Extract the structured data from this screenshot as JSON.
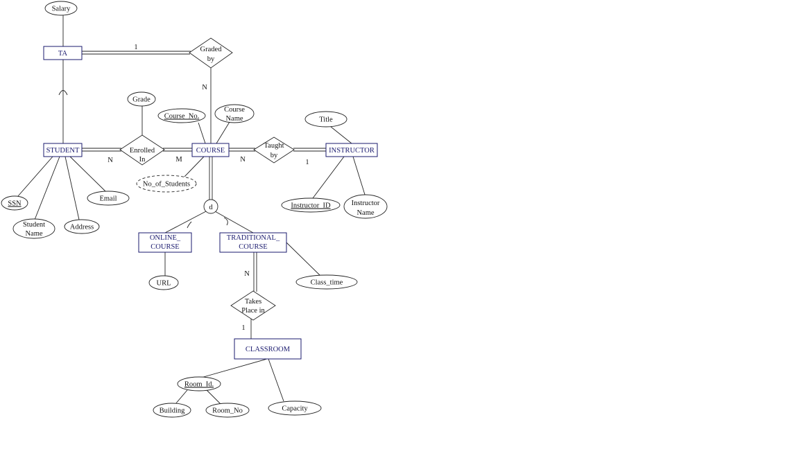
{
  "entities": {
    "ta": "TA",
    "student": "STUDENT",
    "course": "COURSE",
    "instructor": "INSTRUCTOR",
    "online_course": [
      "ONLINE_",
      "COURSE"
    ],
    "traditional_course": [
      "TRADITIONAL_",
      "COURSE"
    ],
    "classroom": "CLASSROOM"
  },
  "relationships": {
    "graded_by": [
      "Graded",
      "by"
    ],
    "enrolled_in": [
      "Enrolled",
      "In"
    ],
    "taught_by": [
      "Taught",
      "by"
    ],
    "takes_place_in": [
      "Takes",
      "Place in"
    ]
  },
  "attributes": {
    "salary": "Salary",
    "grade": "Grade",
    "course_no": "Course_No.",
    "course_name": [
      "Course",
      "Name"
    ],
    "title": "Title",
    "ssn": "SSN",
    "student_name": [
      "Student",
      "Name"
    ],
    "address": "Address",
    "email": "Email",
    "no_of_students": "No_of_Students",
    "instructor_id": "Instructor_ID",
    "instructor_name": [
      "Instructor",
      "Name"
    ],
    "url": "URL",
    "class_time": "Class_time",
    "room_id": "Room_Id.",
    "building": "Building",
    "room_no": "Room_No",
    "capacity": "Capacity"
  },
  "specialization_symbol": "d",
  "cardinalities": {
    "ta_graded": "1",
    "graded_course": "N",
    "student_enrolled": "N",
    "enrolled_course": "M",
    "course_taught": "N",
    "taught_instructor": "1",
    "traditional_takes": "N",
    "takes_classroom": "1"
  }
}
